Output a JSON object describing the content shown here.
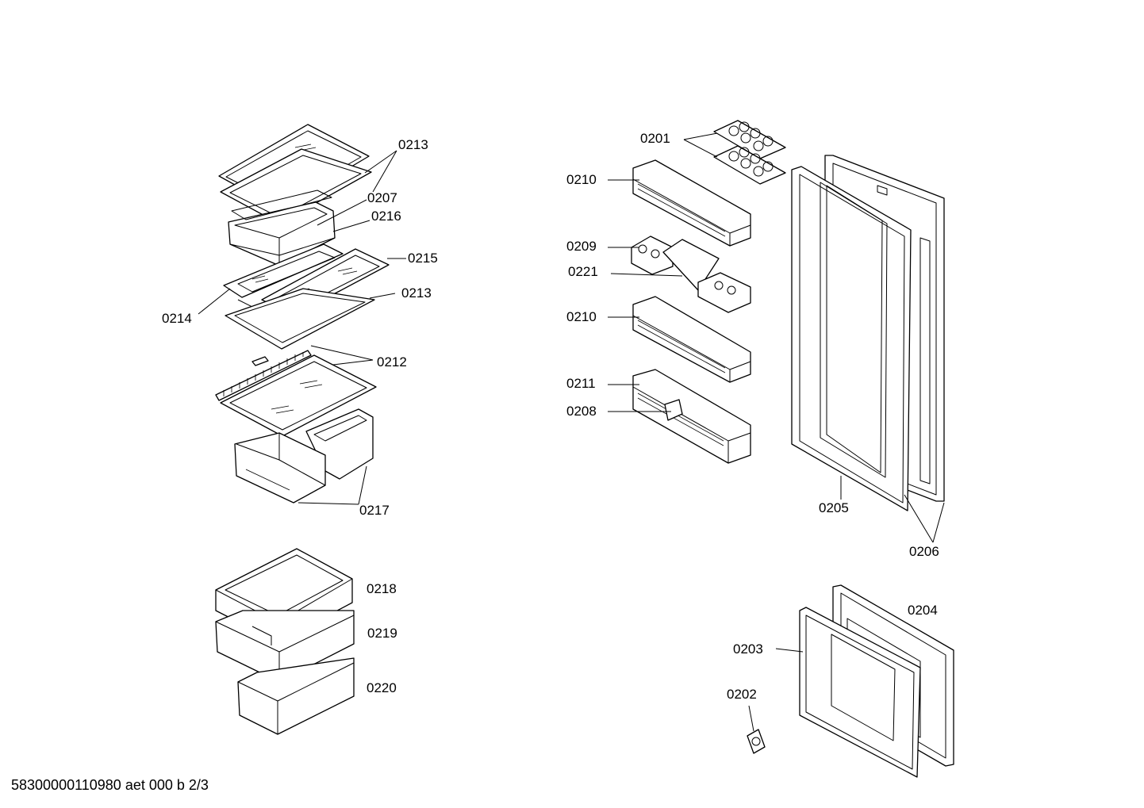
{
  "labels": {
    "p0201": "0201",
    "p0202": "0202",
    "p0203": "0203",
    "p0204": "0204",
    "p0205": "0205",
    "p0206": "0206",
    "p0207": "0207",
    "p0208": "0208",
    "p0209": "0209",
    "p0210a": "0210",
    "p0210b": "0210",
    "p0211": "0211",
    "p0212": "0212",
    "p0213a": "0213",
    "p0213b": "0213",
    "p0214": "0214",
    "p0215": "0215",
    "p0216": "0216",
    "p0217": "0217",
    "p0218": "0218",
    "p0219": "0219",
    "p0220": "0220",
    "p0221": "0221"
  },
  "footer": {
    "code": "58300000110980 aet 000 b 2/3"
  }
}
